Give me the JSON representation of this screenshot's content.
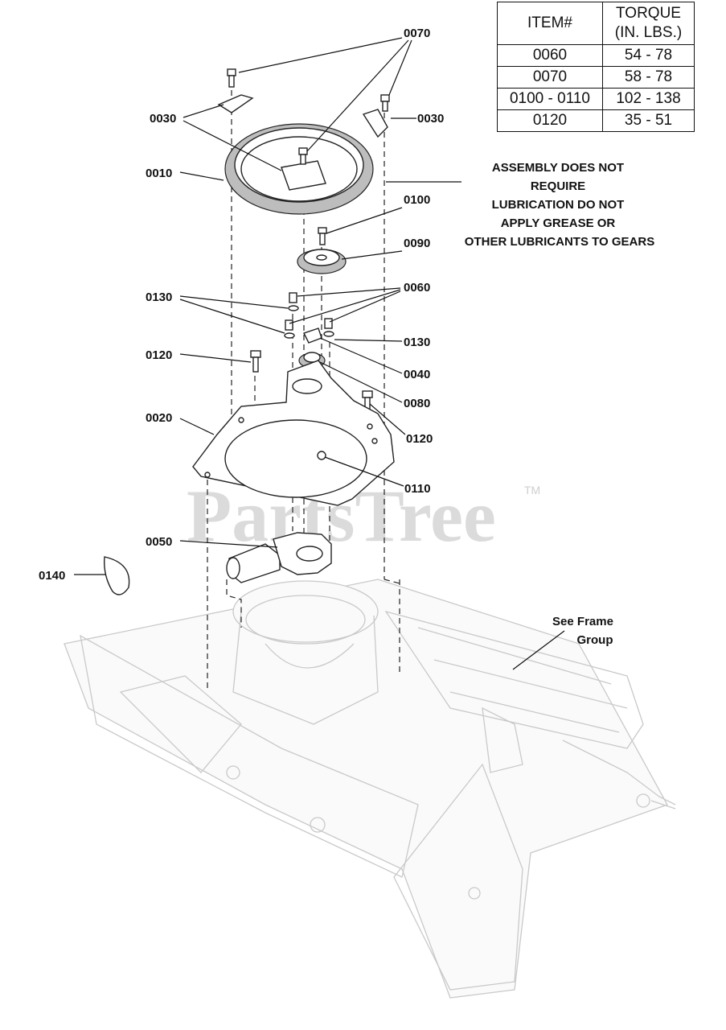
{
  "torque_table": {
    "headers": {
      "item": "ITEM#",
      "torque_line1": "TORQUE",
      "torque_line2": "(IN. LBS.)"
    },
    "rows": [
      {
        "item": "0060",
        "torque": "54 - 78"
      },
      {
        "item": "0070",
        "torque": "58 - 78"
      },
      {
        "item": "0100 - 0110",
        "torque": "102 - 138"
      },
      {
        "item": "0120",
        "torque": "35 - 51"
      }
    ]
  },
  "note": {
    "line1": "ASSEMBLY DOES NOT",
    "line2": "REQUIRE",
    "line3": "LUBRICATION DO NOT",
    "line4": "APPLY GREASE OR",
    "line5": "OTHER LUBRICANTS TO GEARS"
  },
  "callouts": {
    "c0070": "0070",
    "c0030_left": "0030",
    "c0030_right": "0030",
    "c0010": "0010",
    "c0100": "0100",
    "c0090": "0090",
    "c0130_left": "0130",
    "c0060": "0060",
    "c0130_right": "0130",
    "c0120_left": "0120",
    "c0040": "0040",
    "c0080": "0080",
    "c0120_right": "0120",
    "c0020": "0020",
    "c0110": "0110",
    "c0050": "0050",
    "c0140": "0140"
  },
  "see_frame": {
    "line1": "See Frame",
    "line2": "Group"
  },
  "watermark": {
    "text": "PartsTree",
    "tm": "TM"
  }
}
